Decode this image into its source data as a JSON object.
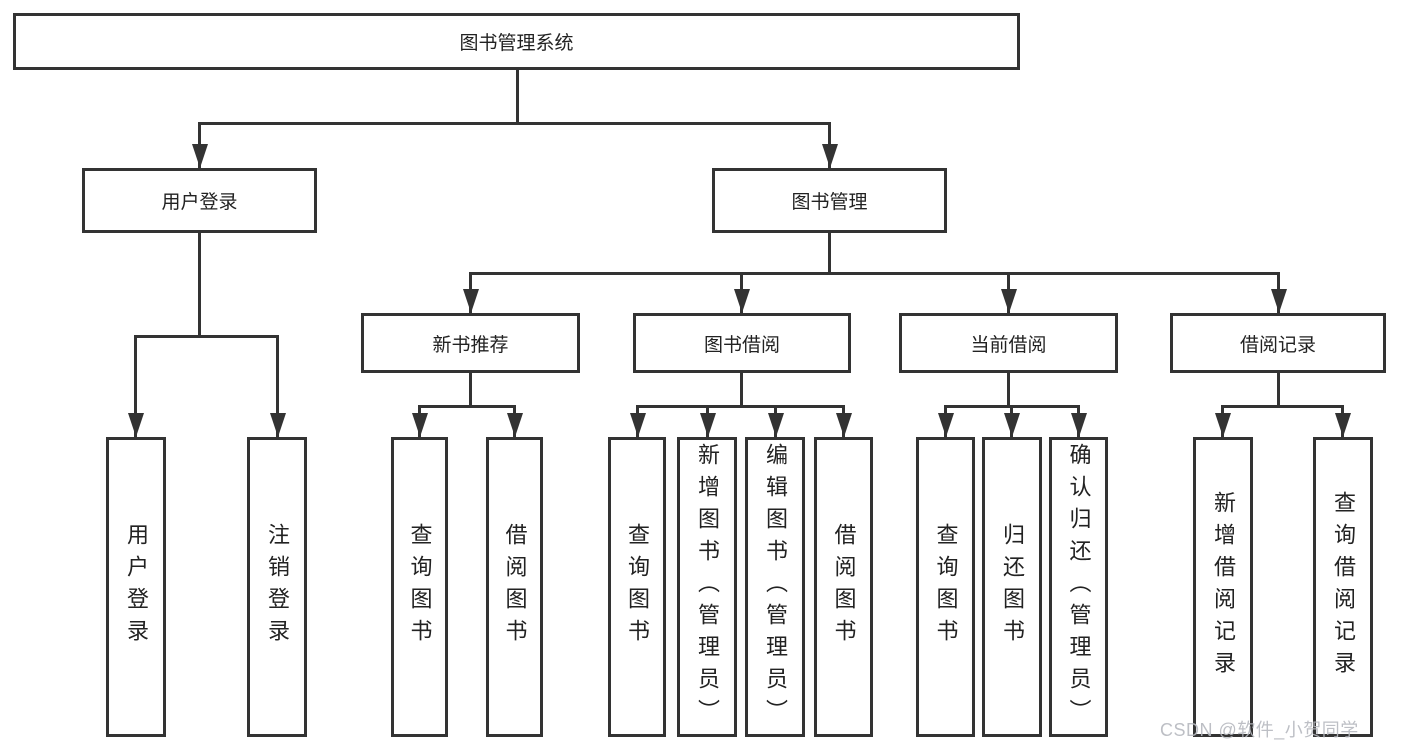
{
  "tree": {
    "label": "图书管理系统",
    "children": [
      {
        "label": "用户登录",
        "children": [
          {
            "label": "用户登录"
          },
          {
            "label": "注销登录"
          }
        ]
      },
      {
        "label": "图书管理",
        "children": [
          {
            "label": "新书推荐",
            "children": [
              {
                "label": "查询图书"
              },
              {
                "label": "借阅图书"
              }
            ]
          },
          {
            "label": "图书借阅",
            "children": [
              {
                "label": "查询图书"
              },
              {
                "label": "新增图书（管理员）"
              },
              {
                "label": "编辑图书（管理员）"
              },
              {
                "label": "借阅图书"
              }
            ]
          },
          {
            "label": "当前借阅",
            "children": [
              {
                "label": "查询图书"
              },
              {
                "label": "归还图书"
              },
              {
                "label": "确认归还（管理员）"
              }
            ]
          },
          {
            "label": "借阅记录",
            "children": [
              {
                "label": "新增借阅记录"
              },
              {
                "label": "查询借阅记录"
              }
            ]
          }
        ]
      }
    ]
  },
  "watermark": {
    "text": "CSDN @软件_小贺同学"
  },
  "colors": {
    "line": "#333333",
    "box_border": "#333333",
    "text": "#222222",
    "watermark": "#b6b9bf",
    "background": "#ffffff"
  }
}
